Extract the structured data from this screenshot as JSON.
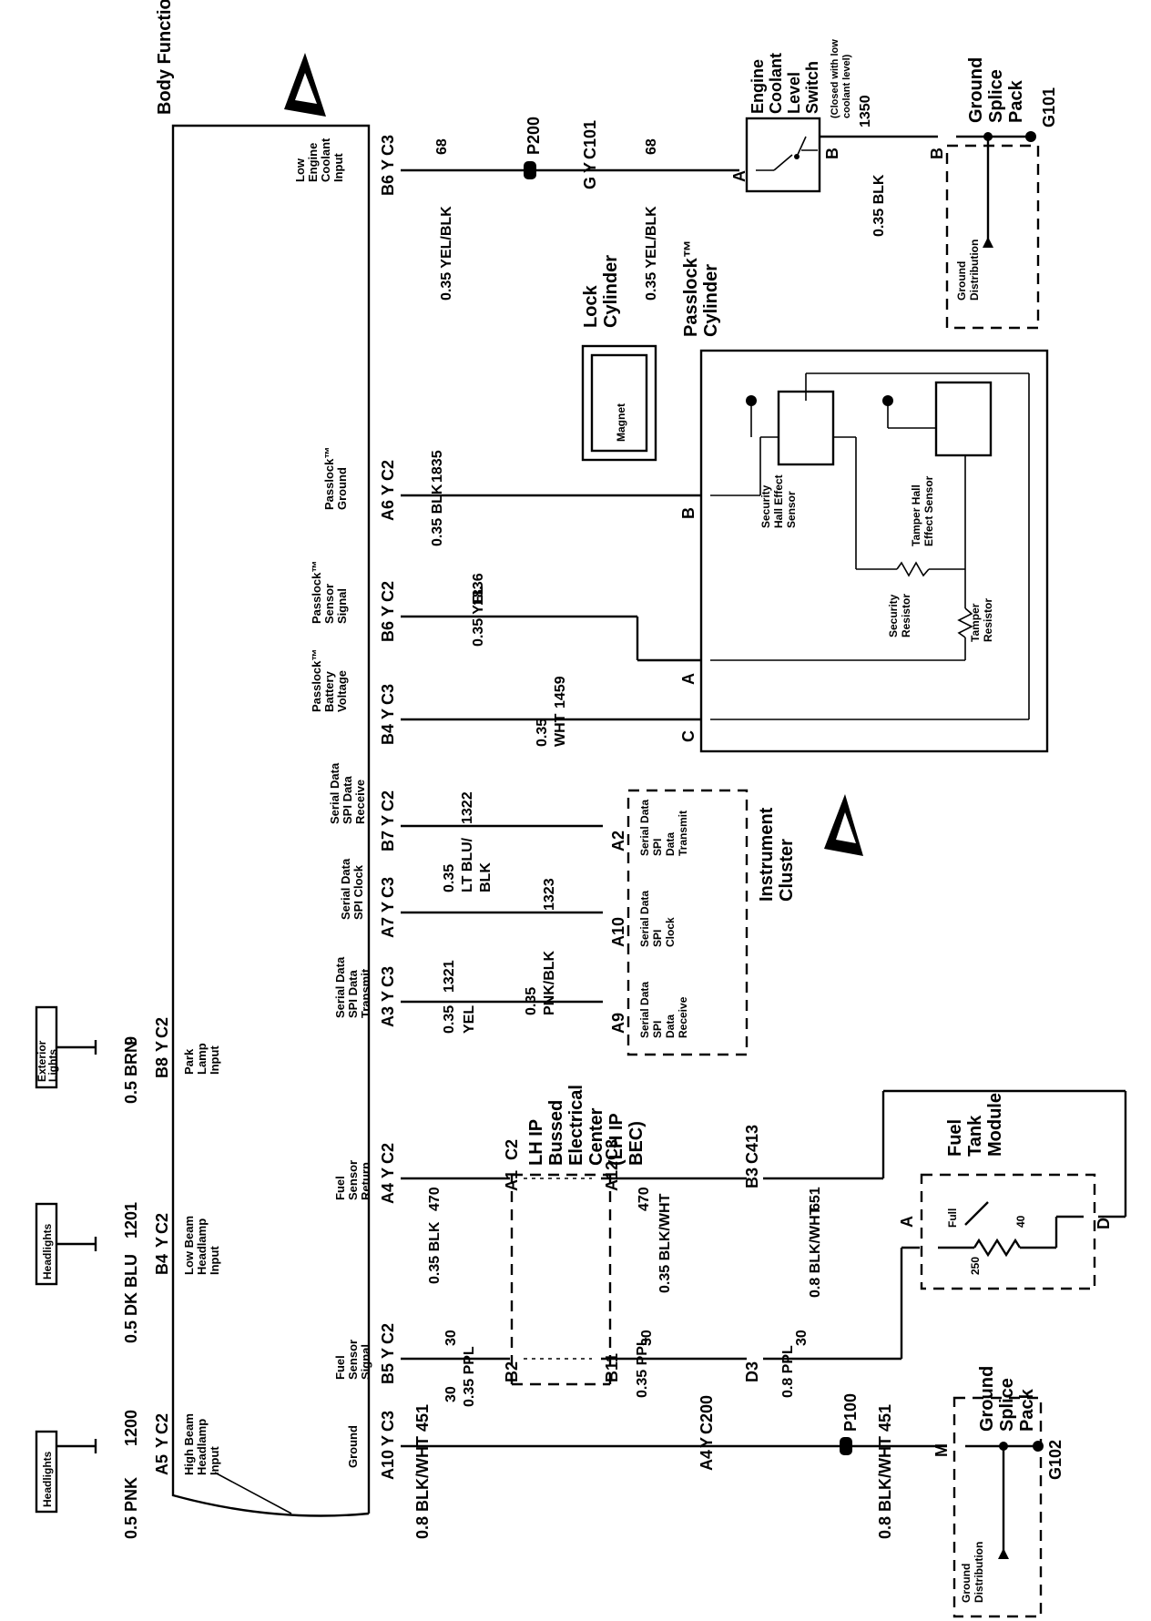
{
  "bfc_title": "Body Function Controller (BFC)",
  "top_inputs": [
    {
      "box": "Headlights",
      "wire": "0.5 PNK",
      "circuit": "1200",
      "pin": "A5",
      "conn": "C2",
      "label": "High Beam Headlamp Input"
    },
    {
      "box": "Headlights",
      "wire": "0.5 DK BLU",
      "circuit": "1201",
      "pin": "B4",
      "conn": "C2",
      "label": "Low Beam Headlamp Input"
    },
    {
      "box": "Exterior Lights",
      "wire": "0.5 BRN",
      "circuit": "9",
      "pin": "B8",
      "conn": "C2",
      "label": "Park Lamp Input"
    }
  ],
  "bfc_pins": [
    {
      "label": "Ground",
      "pin": "A10",
      "conn": "C3"
    },
    {
      "label": "Fuel Sensor Signal",
      "pin": "B5",
      "conn": "C2"
    },
    {
      "label": "Fuel Sensor Return",
      "pin": "A4",
      "conn": "C2"
    },
    {
      "label": "Serial Data SPI Data Transmit",
      "pin": "A3",
      "conn": "C3"
    },
    {
      "label": "Serial Data SPI Clock",
      "pin": "A7",
      "conn": "C3"
    },
    {
      "label": "Serial Data SPI Data Receive",
      "pin": "B7",
      "conn": "C2"
    },
    {
      "label": "Passlock™ Battery Voltage",
      "pin": "B4",
      "conn": "C3"
    },
    {
      "label": "Passlock™ Sensor Signal",
      "pin": "B6",
      "conn": "C2"
    },
    {
      "label": "Passlock™ Ground",
      "pin": "A6",
      "conn": "C2"
    },
    {
      "label": "Low Engine Coolant Input",
      "pin": "B6",
      "conn": "C3"
    }
  ],
  "wires": {
    "ground_451": "451",
    "ground_wire": "0.8 BLK/WHT",
    "ground_wire2": "0.8 BLK/WHT",
    "c200": "C200",
    "c200_pin": "A4",
    "p100": "P100",
    "fuel_sig_circuit": "30",
    "fuel_sig_wire": "0.35 PPL",
    "fuel_sig_wire2": "0.35 PPL",
    "fuel_sig_wire3": "0.8 PPL",
    "fuel_ret_circuit": "470",
    "fuel_ret_wire": "0.35 BLK",
    "fuel_ret_wire2": "0.35 BLK/WHT",
    "fuel_ret_circuit3": "651",
    "fuel_ret_wire3": "0.8 BLK/WHT",
    "c413": "C413",
    "spi_tx_wire": "0.35 YEL",
    "spi_tx_circuit": "1321",
    "spi_clk_wire": "0.35 PNK/BLK",
    "spi_clk_circuit": "1323",
    "spi_rx_wire": "0.35 LT BLU/ BLK",
    "spi_rx_circuit": "1322",
    "batt_wire": "0.35 WHT",
    "batt_circuit": "1459",
    "sensor_wire": "0.35 YEL",
    "sensor_circuit": "1836",
    "passlock_gnd_wire": "0.35 BLK",
    "passlock_gnd_circuit": "1835",
    "coolant_wire": "0.35 YEL/BLK",
    "coolant_circuit": "68",
    "coolant_circuit2": "68",
    "p200": "P200",
    "c101": "C101",
    "c101_pin": "G",
    "coolant_gnd_wire": "0.35 BLK",
    "coolant_gnd_circuit": "1350"
  },
  "bec": {
    "title": "LH IP Bussed Electrical Center (LH IP BEC)",
    "pins": [
      "B2",
      "B11",
      "A1",
      "C2",
      "A12",
      "C3"
    ],
    "d3": "D3",
    "b3": "B3"
  },
  "instrument_cluster": {
    "title": "Instrument Cluster",
    "pins": [
      {
        "pin": "A9",
        "label": "Serial Data SPI Data Receive"
      },
      {
        "pin": "A10",
        "label": "Serial Data SPI Clock"
      },
      {
        "pin": "A2",
        "label": "Serial Data SPI Data Transmit"
      }
    ]
  },
  "passlock_cylinder": {
    "title": "Passlock™ Cylinder",
    "pins": [
      "C",
      "A",
      "B"
    ],
    "security_sensor": "Security Hall Effect Sensor",
    "tamper_sensor": "Tamper Hall Effect Sensor",
    "security_resistor": "Security Resistor",
    "tamper_resistor": "Tamper Resistor"
  },
  "lock_cylinder": {
    "title": "Lock Cylinder",
    "magnet": "Magnet"
  },
  "fuel_tank": {
    "title": "Fuel Tank Module",
    "pin_a": "A",
    "pin_d": "D",
    "full": "Full",
    "v250": "250",
    "v40": "40"
  },
  "coolant_switch": {
    "title": "Engine Coolant Level Switch",
    "note": "(Closed with low coolant level)",
    "pin_a": "A",
    "pin_b": "B"
  },
  "ground_g102": {
    "title": "Ground Splice Pack",
    "id": "G102",
    "pin": "M",
    "dist": "Ground Distribution"
  },
  "ground_g101": {
    "title": "Ground Splice Pack",
    "id": "G101",
    "pin": "B",
    "dist": "Ground Distribution"
  }
}
